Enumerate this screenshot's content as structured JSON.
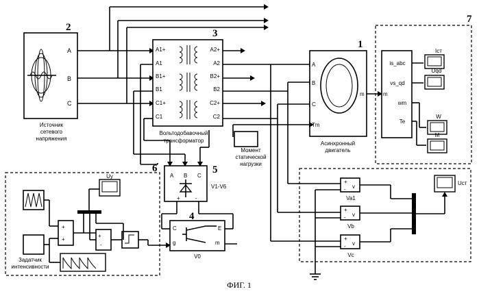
{
  "source": {
    "number": "2",
    "ports": [
      "A",
      "B",
      "C"
    ],
    "caption_line1": "Источник",
    "caption_line2": "сетевого",
    "caption_line3": "напряжения"
  },
  "transformer": {
    "number": "3",
    "left_ports": [
      "A1+",
      "A1",
      "B1+",
      "B1",
      "C1+",
      "C1"
    ],
    "right_ports": [
      "A2+",
      "A2",
      "B2+",
      "B2",
      "C2+",
      "C2"
    ],
    "caption_line1": "Вольтодобавочный",
    "caption_line2": "трансформатор"
  },
  "motor": {
    "number": "1",
    "ports": [
      "A",
      "B",
      "C",
      "Tm"
    ],
    "out_port": "m",
    "caption_line1": "Асинхронный",
    "caption_line2": "двигатель"
  },
  "load_torque": {
    "caption_line1": "Момент",
    "caption_line2": "статической",
    "caption_line3": "нагрузки"
  },
  "demux": {
    "number": "7",
    "in_port": "m",
    "outputs": [
      "is_abc",
      "vs_qd",
      "wm",
      "Te"
    ],
    "scopes": [
      "Iст",
      "Uqd",
      "W",
      "M"
    ]
  },
  "bridge": {
    "number": "5",
    "name": "V1-V6",
    "ports": [
      "A",
      "B",
      "C"
    ],
    "plus": "+",
    "minus": "-"
  },
  "ctrl": {
    "number": "6",
    "scope_label": "Uy",
    "setter_line1": "Задатчик",
    "setter_line2": "интенсивности",
    "plus": "+",
    "minus": "-"
  },
  "igbt": {
    "number": "4",
    "name": "V0",
    "port_c": "C",
    "port_g": "g",
    "port_e": "E",
    "port_m": "m"
  },
  "voltmeters": {
    "names": [
      "Va1",
      "Vb",
      "Vc"
    ],
    "symbol": "v",
    "plus": "+",
    "minus": "-",
    "scope_label": "Uст"
  },
  "figure_caption": "ФИГ. 1"
}
